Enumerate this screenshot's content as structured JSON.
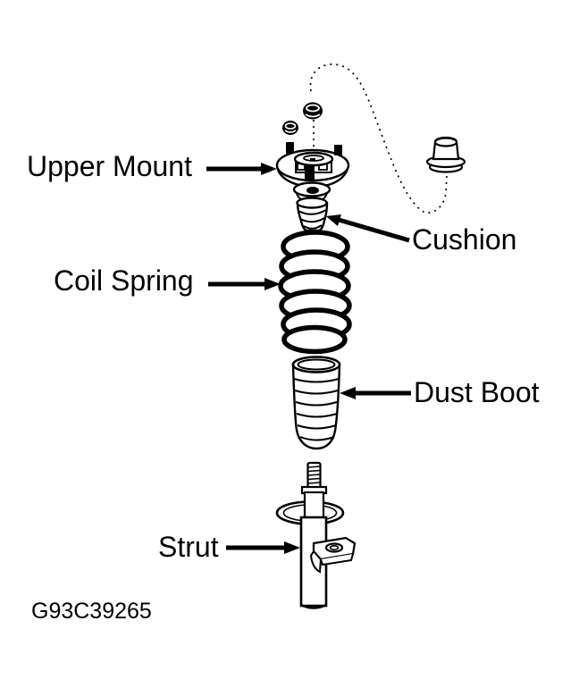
{
  "diagram": {
    "figure_code": "G93C39265",
    "labels": {
      "upper_mount": "Upper Mount",
      "cushion": "Cushion",
      "coil_spring": "Coil Spring",
      "dust_boot": "Dust Boot",
      "strut": "Strut"
    },
    "parts_shown": [
      "Upper Mount",
      "Cushion",
      "Coil Spring",
      "Dust Boot",
      "Strut",
      "mount nuts",
      "rod cap"
    ],
    "colors": {
      "ink": "#000000",
      "background": "#ffffff"
    }
  }
}
